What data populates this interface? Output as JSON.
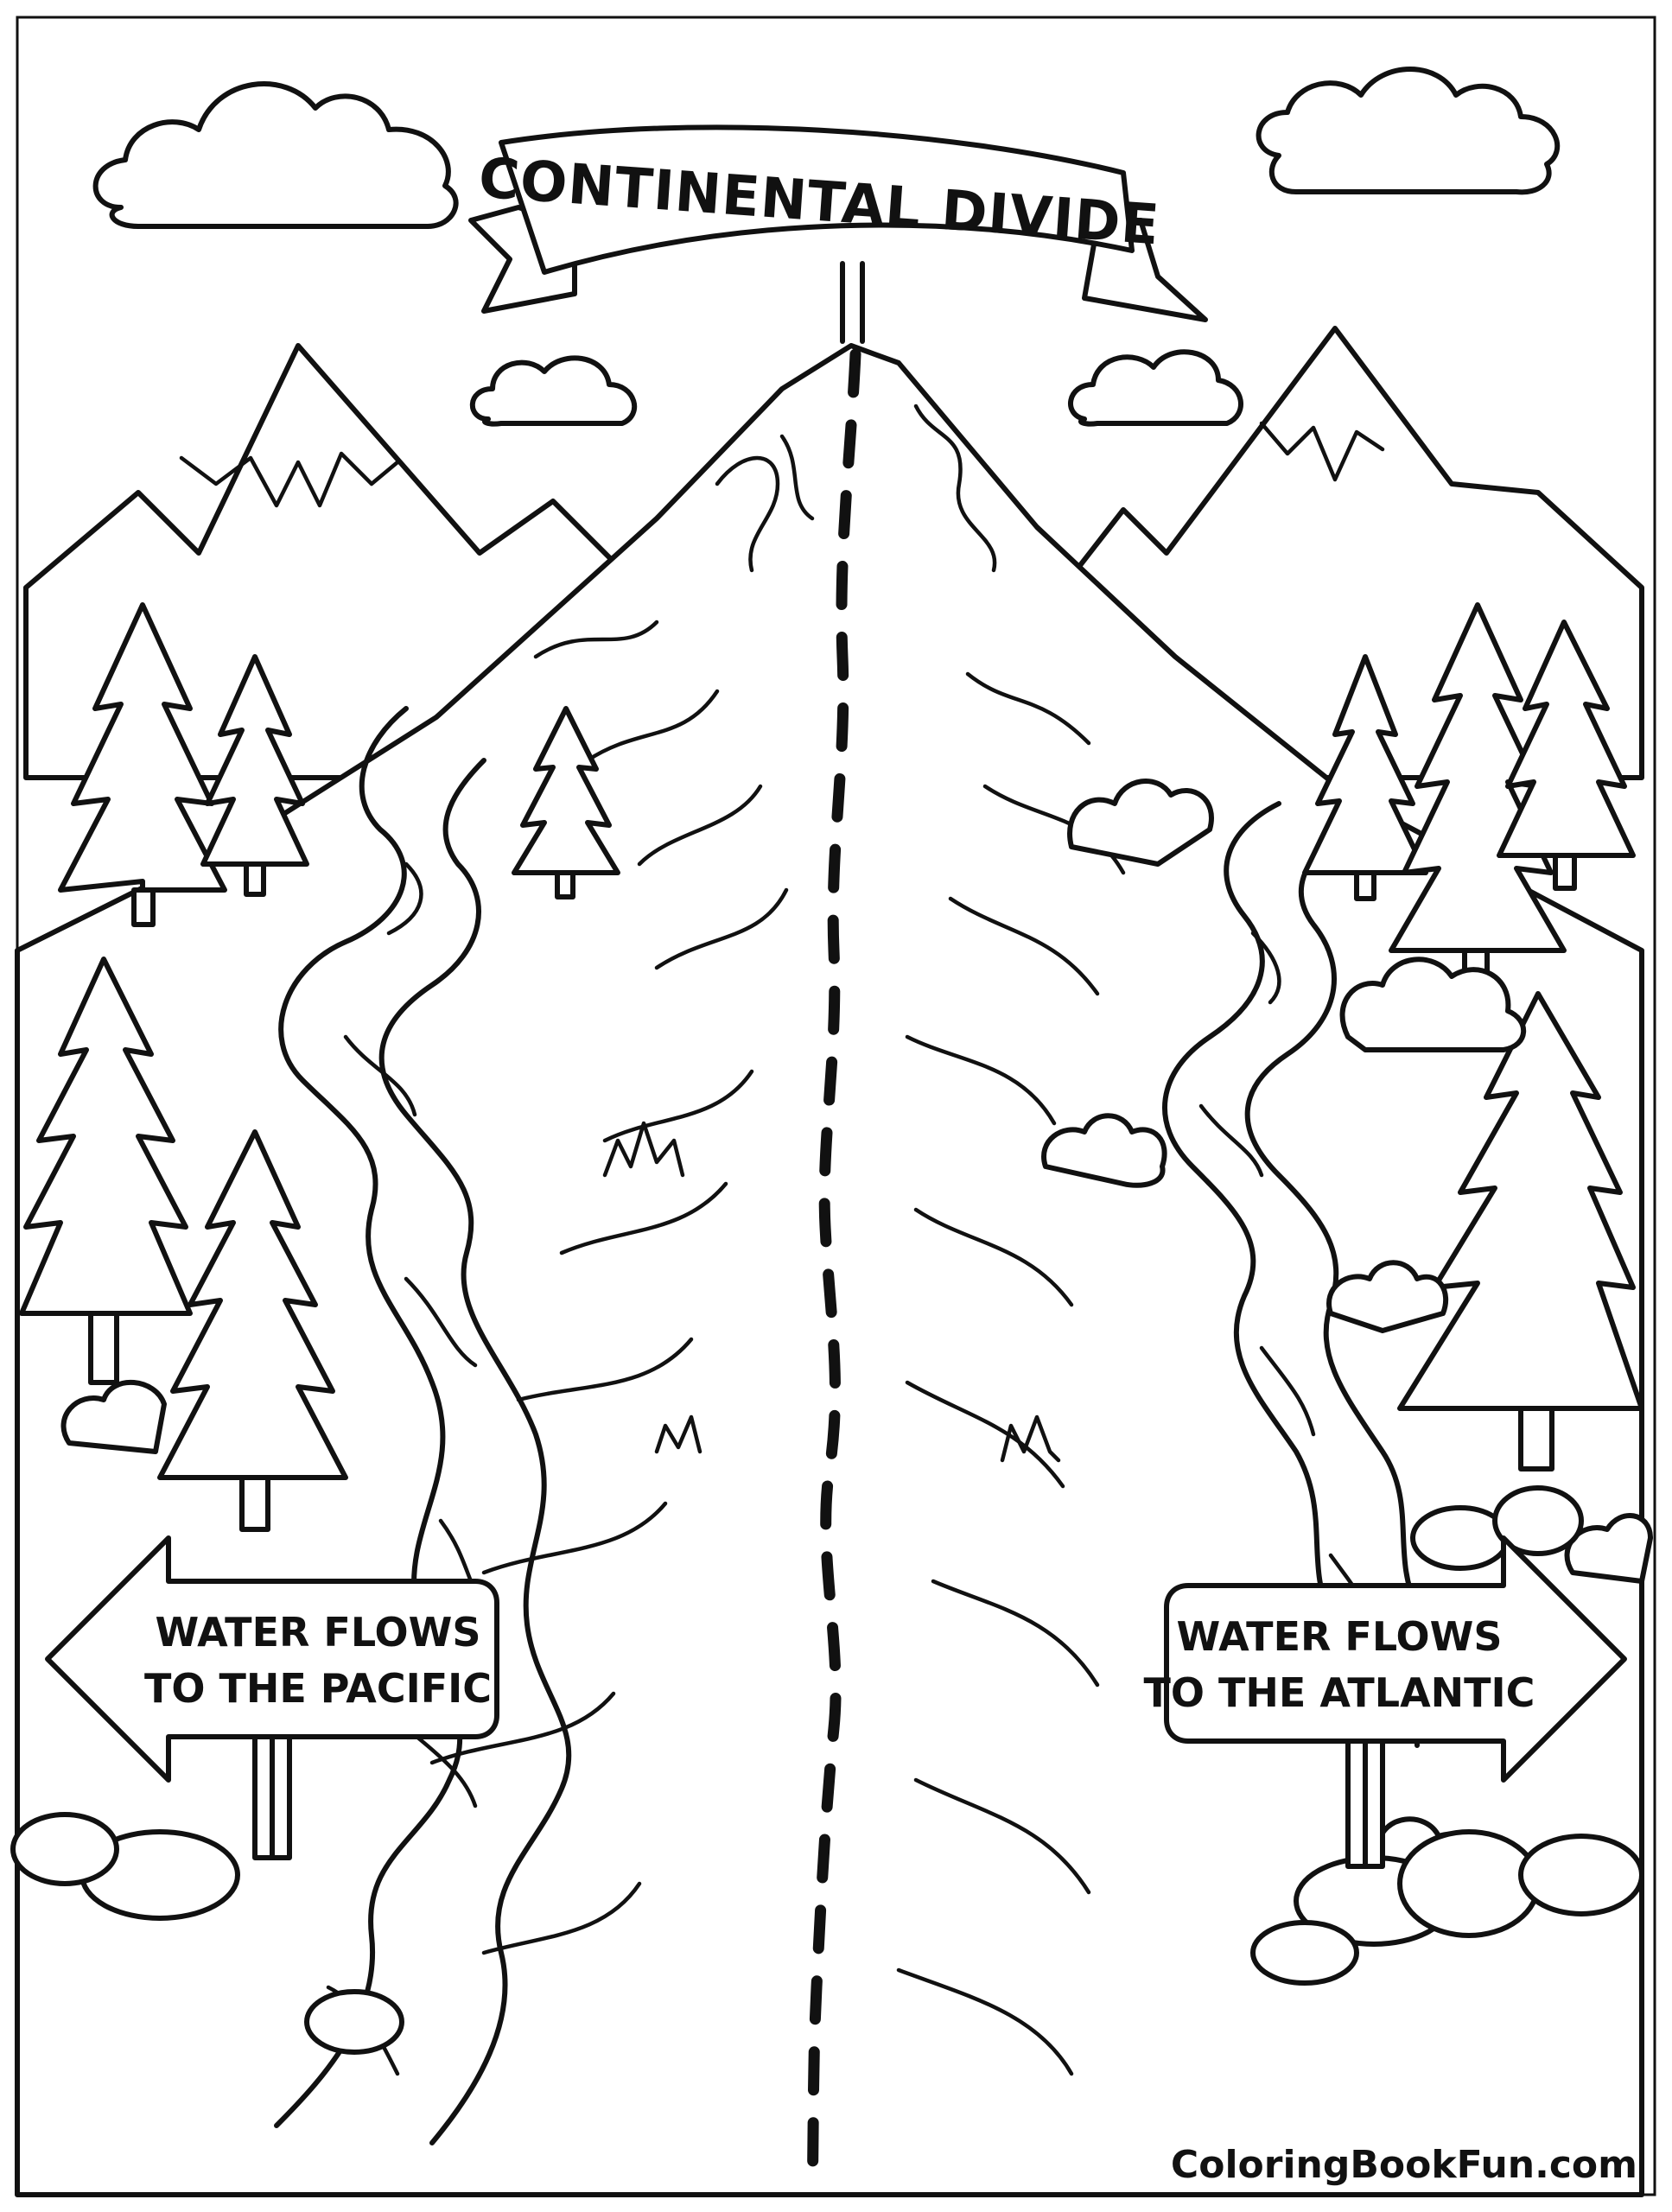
{
  "banner": {
    "title": "CONTINENTAL DIVIDE"
  },
  "signs": {
    "left": {
      "line1": "WATER FLOWS",
      "line2": "TO THE PACIFIC",
      "direction": "left"
    },
    "right": {
      "line1": "WATER FLOWS",
      "line2": "TO THE ATLANTIC",
      "direction": "right"
    }
  },
  "credit": {
    "text": "ColoringBookFun.com"
  },
  "colors": {
    "ink": "#111111",
    "paper": "#ffffff"
  }
}
